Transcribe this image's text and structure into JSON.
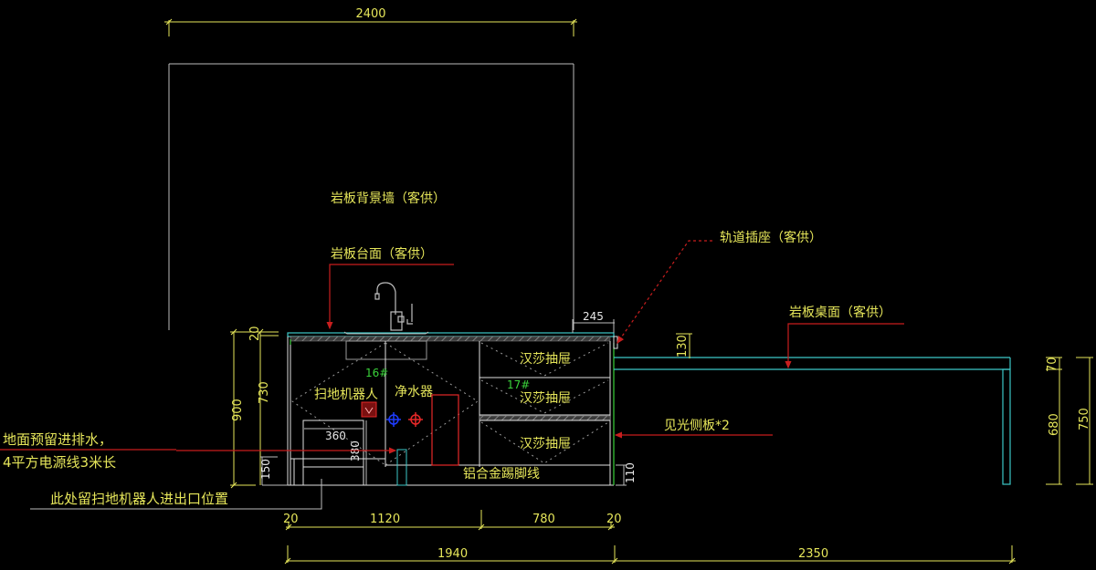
{
  "colors": {
    "background": "#000000",
    "dimension": "#e6e65a",
    "outline": "#e0e0e0",
    "countertop": "#3cc8c8",
    "leader": "#c81e1e",
    "marker_green": "#3ad23a",
    "cold_water": "#1e3cff",
    "hot_water": "#e62828"
  },
  "labels": {
    "back_wall": "岩板背景墙（客供）",
    "countertop": "岩板台面（客供）",
    "track_socket": "轨道插座（客供）",
    "desk_top": "岩板桌面（客供）",
    "drawer_1": "汉莎抽屉",
    "drawer_2": "汉莎抽屉",
    "drawer_3": "汉莎抽屉",
    "robot_vacuum": "扫地机器人",
    "water_purifier": "净水器",
    "visible_side_panel": "见光侧板*2",
    "kickboard": "铝合金踢脚线",
    "floor_note_line1": "地面预留进排水，",
    "floor_note_line2": "4平方电源线3米长",
    "robot_exit_note": "此处留扫地机器人进出口位置",
    "cabinet_no_16": "16#",
    "cabinet_no_17": "17#"
  },
  "dimensions": {
    "wall_width": "2400",
    "overhang_245": "245",
    "total_height_900": "900",
    "carcass_730": "730",
    "top_20": "20",
    "plinth_150": "150",
    "robot_width_360": "360",
    "robot_height_380": "380",
    "kick_110": "110",
    "desk_thickness_130": "130",
    "desk_leg_680": "680",
    "desk_total_750": "750",
    "side_20_left": "20",
    "sink_section_1120": "1120",
    "drawer_section_780": "780",
    "side_20_right": "20",
    "cabinet_total_1940": "1940",
    "desk_total_2350": "2350"
  }
}
